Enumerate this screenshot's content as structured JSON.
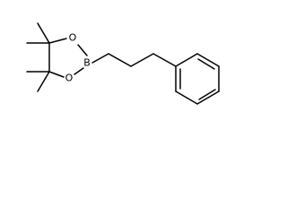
{
  "molecule": {
    "atoms": {
      "oxygen_top": "O",
      "oxygen_bottom": "O",
      "boron": "B"
    }
  }
}
